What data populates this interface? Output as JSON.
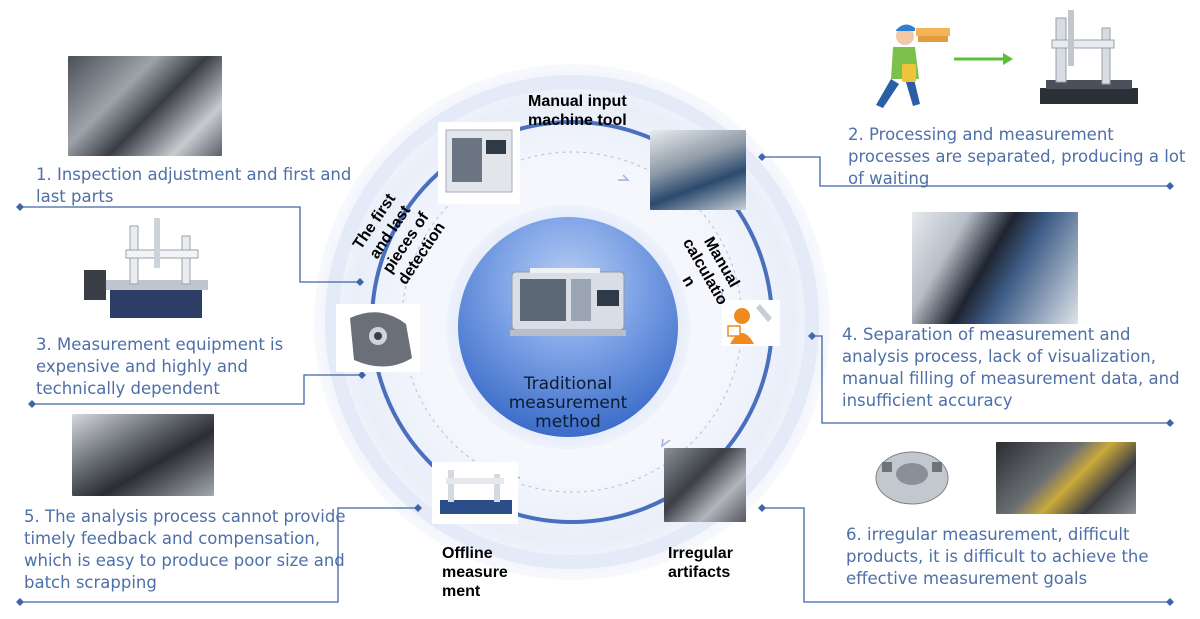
{
  "center": {
    "line1": "Traditional",
    "line2": "measurement",
    "line3": "method"
  },
  "nodes": {
    "top": {
      "line1": "Manual input",
      "line2": "machine tool"
    },
    "right": {
      "line1": "Manual",
      "line2": "calculatio",
      "line3": "n"
    },
    "left": {
      "line1": "The first",
      "line2": "and last",
      "line3": "pieces of",
      "line4": "detection"
    },
    "bottom_left": {
      "line1": "Offline",
      "line2": "measure",
      "line3": "ment"
    },
    "bottom_right": {
      "line1": "Irregular",
      "line2": "artifacts"
    }
  },
  "captions": {
    "c1": {
      "line1": "1. Inspection adjustment and first and",
      "line2": "last parts"
    },
    "c2": {
      "line1": "2. Processing and measurement",
      "line2": "processes are separated, producing a lot",
      "line3": "of waiting"
    },
    "c3": {
      "line1": "3. Measurement equipment is",
      "line2": "expensive and highly and",
      "line3": "technically dependent"
    },
    "c4": {
      "line1": "4. Separation of measurement and",
      "line2": "analysis process, lack of visualization,",
      "line3": "manual filling of measurement data, and",
      "line4": "insufficient accuracy"
    },
    "c5": {
      "line1": "5. The analysis process cannot provide",
      "line2": "timely feedback and compensation,",
      "line3": "which is easy to produce poor size and",
      "line4": "batch scrapping"
    },
    "c6": {
      "line1": "6. irregular measurement, difficult",
      "line2": "products, it is difficult to achieve the",
      "line3": "effective measurement goals"
    }
  },
  "colors": {
    "connector": "#3f64a8",
    "ring": "#4a6fbd",
    "caption": "#4e6fa8",
    "halo": "#eef2fb",
    "center_disc": "#4f7fd6"
  }
}
